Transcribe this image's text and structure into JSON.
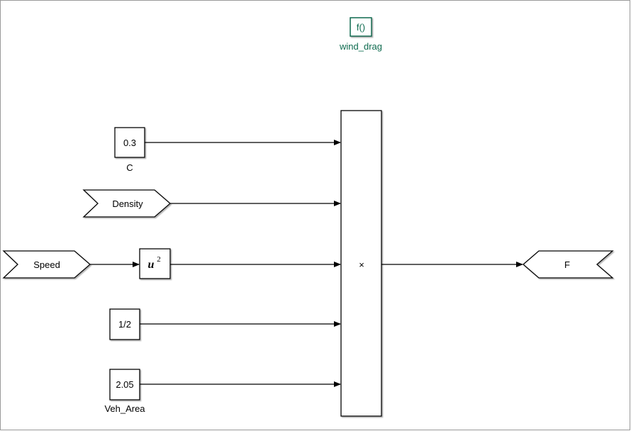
{
  "function_block": {
    "text": "f()",
    "label": "wind_drag"
  },
  "constants": {
    "c": {
      "value": "0.3",
      "label": "C"
    },
    "half": {
      "value": "1/2"
    },
    "area": {
      "value": "2.05",
      "label": "Veh_Area"
    }
  },
  "goto_density": {
    "text": "Density"
  },
  "from_speed": {
    "text": "Speed"
  },
  "math_block": {
    "base": "u",
    "exponent": "2"
  },
  "product_block": {
    "symbol": "×"
  },
  "goto_output": {
    "text": "F"
  },
  "colors": {
    "stroke": "#000000",
    "function_accent": "#0e6b4f",
    "frame": "#9a9a9a",
    "background": "#ffffff"
  }
}
